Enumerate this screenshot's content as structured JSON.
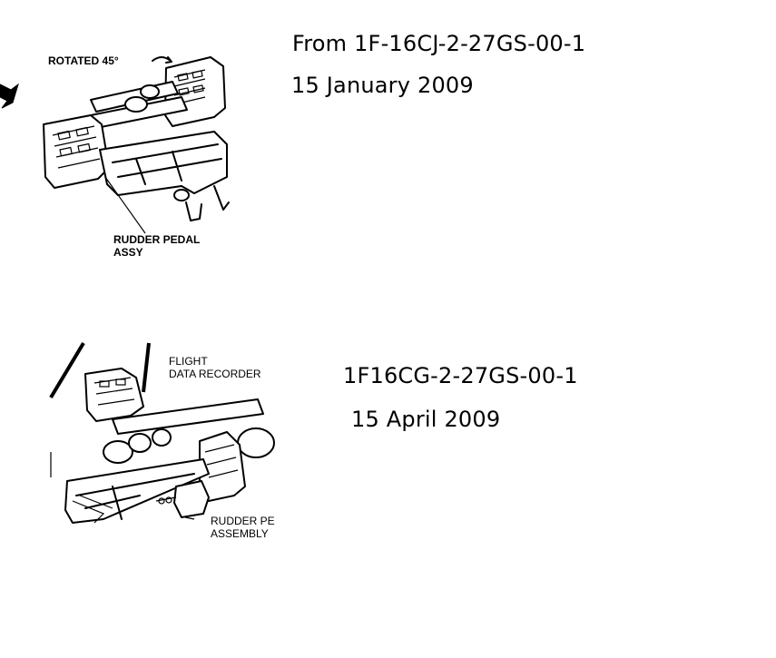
{
  "figure1": {
    "caption_source": "From 1F-16CJ-2-27GS-00-1",
    "caption_date": "15 January 2009",
    "label_rotated": "ROTATED 45°",
    "label_assy_line1": "RUDDER PEDAL",
    "label_assy_line2": "ASSY"
  },
  "figure2": {
    "caption_source": "1F16CG-2-27GS-00-1",
    "caption_date": "15 April 2009",
    "label_fdr_line1": "FLIGHT",
    "label_fdr_line2": "DATA RECORDER",
    "label_assy_line1": "RUDDER PE",
    "label_assy_line2": "ASSEMBLY"
  }
}
